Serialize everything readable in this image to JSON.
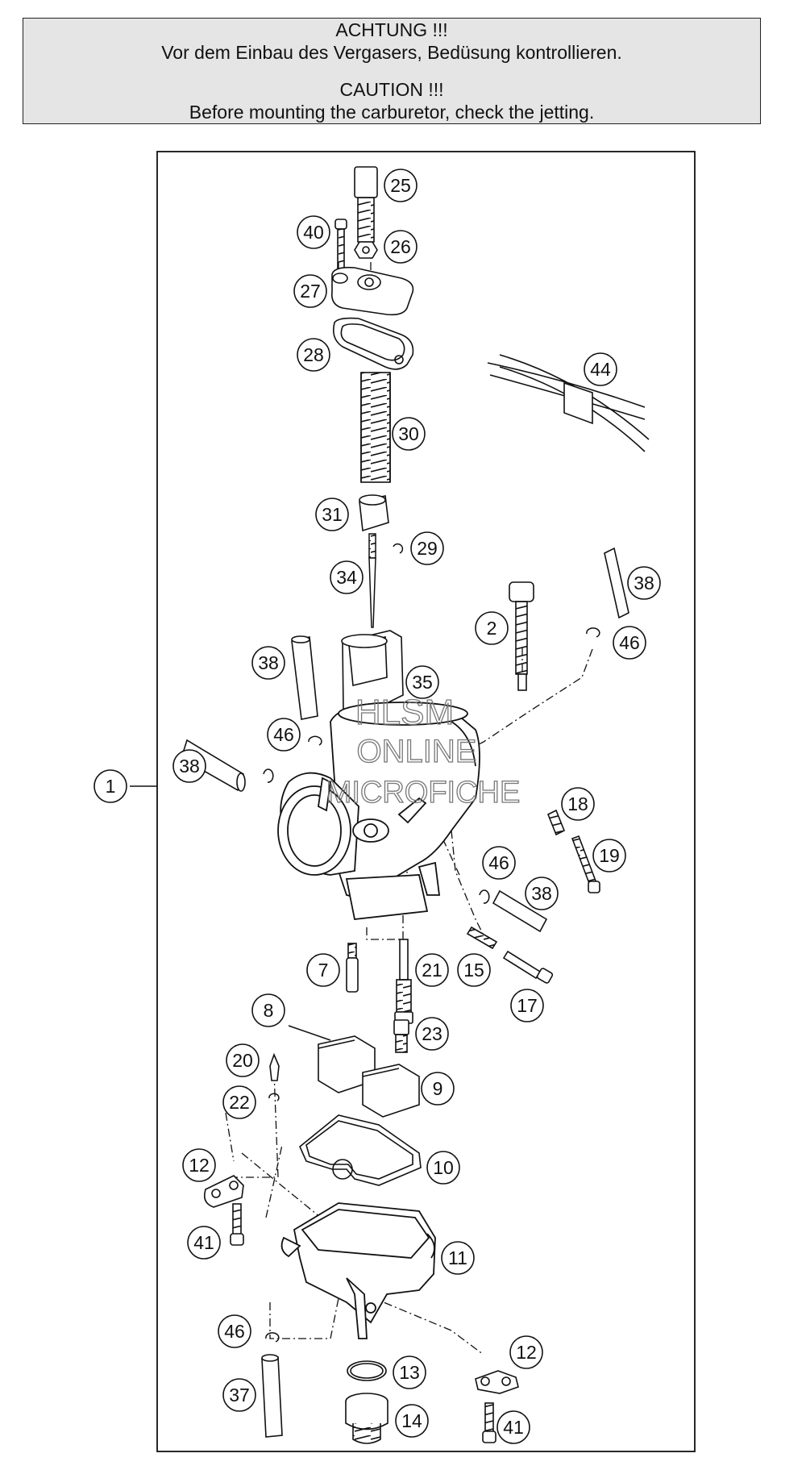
{
  "banner": {
    "german_heading": "ACHTUNG !!!",
    "german_text": "Vor dem Einbau des Vergasers, Bedüsung kontrollieren.",
    "english_heading": "CAUTION !!!",
    "english_text": "Before mounting the carburetor, check the jetting."
  },
  "watermark": {
    "line1": "HLSM",
    "line2": "ONLINE",
    "line3": "MICROFICHE"
  },
  "callouts": {
    "c1": "1",
    "c2": "2",
    "c7": "7",
    "c8": "8",
    "c9": "9",
    "c10": "10",
    "c11": "11",
    "c12a": "12",
    "c12b": "12",
    "c13": "13",
    "c14": "14",
    "c15": "15",
    "c17": "17",
    "c18": "18",
    "c19": "19",
    "c20": "20",
    "c21": "21",
    "c22": "22",
    "c23": "23",
    "c25": "25",
    "c26": "26",
    "c27": "27",
    "c28": "28",
    "c29": "29",
    "c30": "30",
    "c31": "31",
    "c34": "34",
    "c35": "35",
    "c37": "37",
    "c38a": "38",
    "c38b": "38",
    "c38c": "38",
    "c38d": "38",
    "c40": "40",
    "c41a": "41",
    "c41b": "41",
    "c44": "44",
    "c46a": "46",
    "c46b": "46",
    "c46c": "46",
    "c46d": "46"
  }
}
